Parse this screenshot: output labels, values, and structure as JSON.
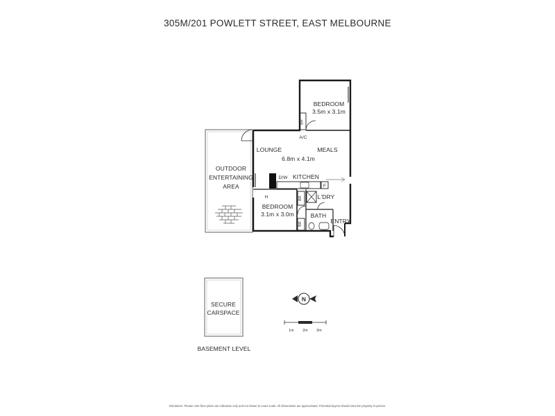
{
  "title": "305M/201 POWLETT STREET, EAST MELBOURNE",
  "rooms": {
    "bedroom1": {
      "name": "BEDROOM",
      "size": "3.5m x 3.1m"
    },
    "lounge": "LOUNGE",
    "meals": "MEALS",
    "living_size": "6.8m x 4.1m",
    "kitchen": "KITCHEN",
    "bedroom2": {
      "name": "BEDROOM",
      "size": "3.1m x 3.0m"
    },
    "laundry": "L'DRY",
    "bath": "BATH",
    "entry": "ENTRY",
    "outdoor": [
      "OUTDOOR",
      "ENTERTAINING",
      "AREA"
    ]
  },
  "fixtures": {
    "robe_top": "BR",
    "ac": "A/C",
    "dw": "D/W",
    "fridge": "F",
    "heater": "H",
    "robe_mid": "BR",
    "robe_bottom": "BR"
  },
  "carspace": {
    "label": [
      "SECURE",
      "CARSPACE"
    ],
    "level": "BASEMENT LEVEL"
  },
  "compass": {
    "letter": "N"
  },
  "scale_bar": {
    "labels": [
      "1m",
      "2m",
      "3m"
    ]
  },
  "disclaimer": "Disclaimer: Please note floor plans are indicative only and not drawn to exact scale. All dimensions are approximate. Potential buyers should view the property in person."
}
